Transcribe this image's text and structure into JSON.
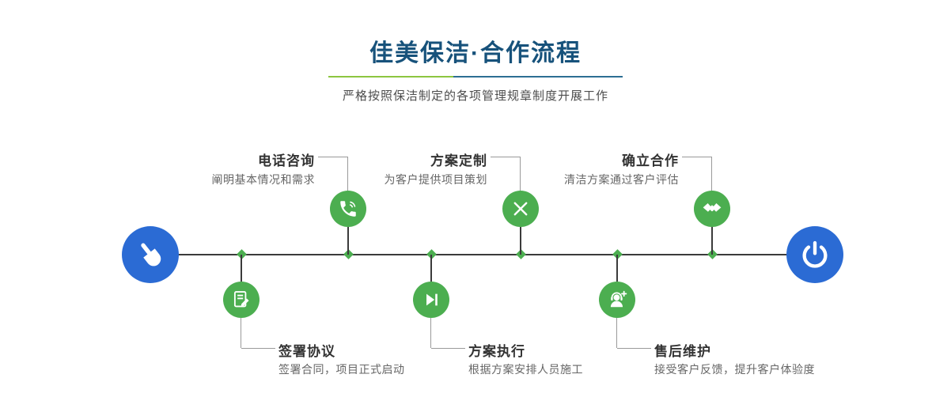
{
  "header": {
    "title": "佳美保洁·合作流程",
    "subtitle": "严格按照保洁制定的各项管理规章制度开展工作"
  },
  "steps": [
    {
      "title": "电话咨询",
      "desc": "阐明基本情况和需求",
      "icon": "phone-icon",
      "position": "top"
    },
    {
      "title": "方案定制",
      "desc": "为客户提供项目策划",
      "icon": "design-tools-icon",
      "position": "top"
    },
    {
      "title": "确立合作",
      "desc": "清洁方案通过客户评估",
      "icon": "handshake-icon",
      "position": "top"
    },
    {
      "title": "签署协议",
      "desc": "签署合同，项目正式启动",
      "icon": "contract-sign-icon",
      "position": "bottom"
    },
    {
      "title": "方案执行",
      "desc": "根据方案安排人员施工",
      "icon": "execute-play-icon",
      "position": "bottom"
    },
    {
      "title": "售后维护",
      "desc": "接受客户反馈，提升客户体验度",
      "icon": "customer-service-icon",
      "position": "bottom"
    }
  ],
  "timeline": {
    "start_icon": "pointing-hand-icon",
    "end_icon": "power-icon"
  },
  "colors": {
    "title_blue": "#17527b",
    "accent_green": "#4cae50",
    "divider_green": "#8cc63f",
    "divider_blue": "#2c6e93",
    "endpoint_blue": "#2b6bd4",
    "line_dark": "#3b3b3b",
    "connector_gray": "#9a9a9a"
  }
}
